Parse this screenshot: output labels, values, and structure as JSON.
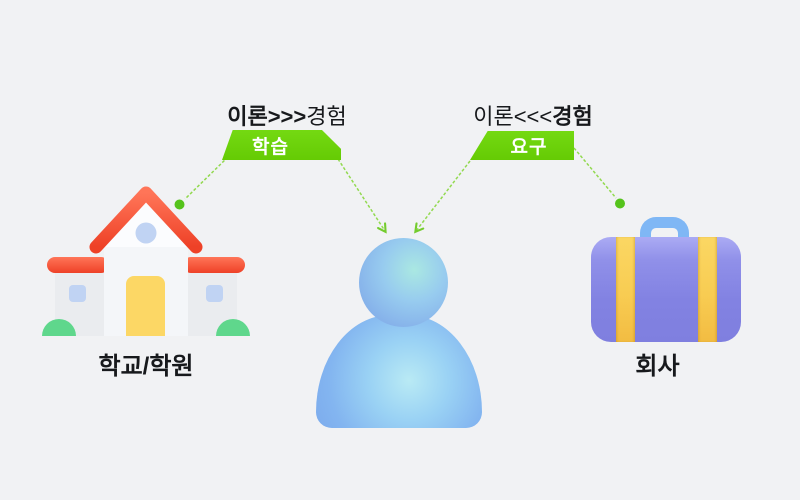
{
  "colors": {
    "background": "#F1F2F4",
    "badge_green": "#6BCF07",
    "connector_green": "#92D94F",
    "dot_green": "#55C31C",
    "caption_text": "#17191C",
    "badge_text": "#FFFFFF",
    "school_roof_red": "#EF4327",
    "school_door_yellow": "#FCD765",
    "school_window_blue": "#C0D3F3",
    "bush_green": "#5FD78C",
    "person_blue": "#86B2EA",
    "briefcase_purple": "#8282E2",
    "briefcase_strap_yellow": "#F8CC52",
    "briefcase_handle_blue": "#7FB7F5"
  },
  "left": {
    "caption": {
      "strong": "이론>>>",
      "normal": "경험"
    },
    "badge_label": "학습",
    "icon": "school-icon",
    "label": "학교/학원"
  },
  "right": {
    "caption": {
      "normal": "이론<<<",
      "strong": "경험"
    },
    "badge_label": "요구",
    "icon": "briefcase-icon",
    "label": "회사"
  },
  "center": {
    "icon": "person-icon"
  }
}
